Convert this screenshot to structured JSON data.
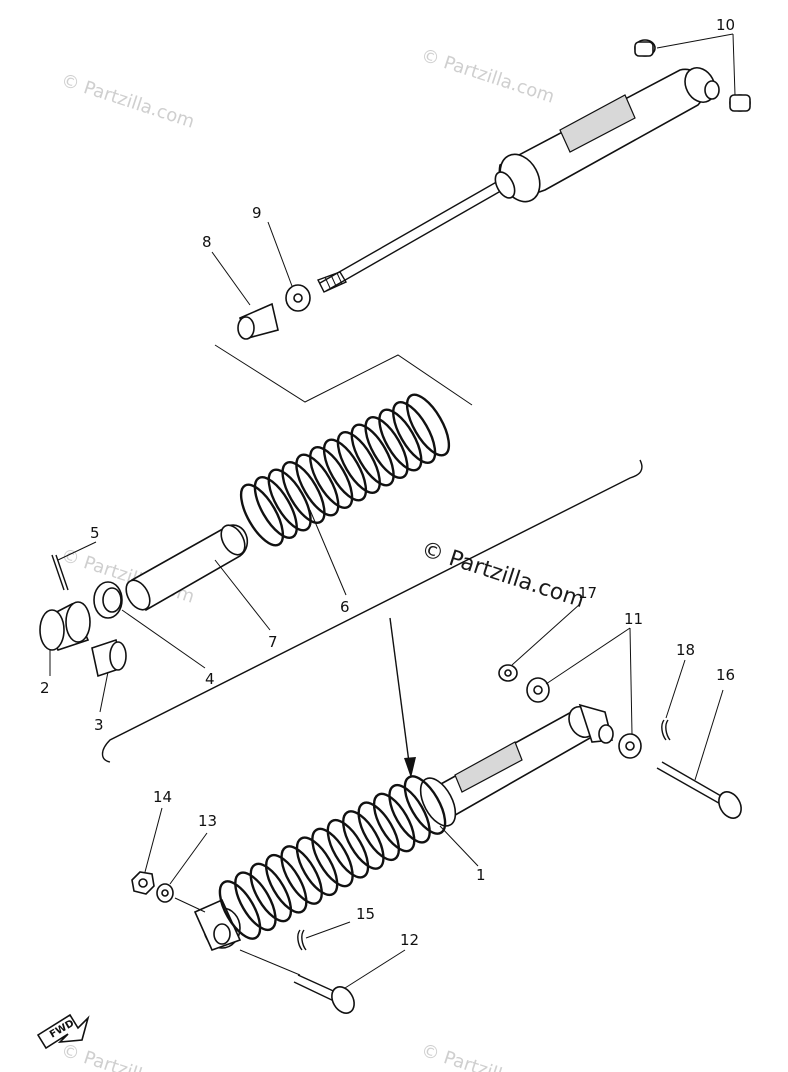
{
  "watermark": {
    "text": "© Partzilla.com",
    "positions_note": ""
  },
  "callouts": [
    {
      "id": "c1",
      "label": "1"
    },
    {
      "id": "c2",
      "label": "2"
    },
    {
      "id": "c3",
      "label": "3"
    },
    {
      "id": "c4",
      "label": "4"
    },
    {
      "id": "c5",
      "label": "5"
    },
    {
      "id": "c6",
      "label": "6"
    },
    {
      "id": "c7",
      "label": "7"
    },
    {
      "id": "c8",
      "label": "8"
    },
    {
      "id": "c9",
      "label": "9"
    },
    {
      "id": "c10",
      "label": "10"
    },
    {
      "id": "c11",
      "label": "11"
    },
    {
      "id": "c12",
      "label": "12"
    },
    {
      "id": "c13",
      "label": "13"
    },
    {
      "id": "c14",
      "label": "14"
    },
    {
      "id": "c15",
      "label": "15"
    },
    {
      "id": "c16",
      "label": "16"
    },
    {
      "id": "c17",
      "label": "17"
    },
    {
      "id": "c18",
      "label": "18"
    }
  ],
  "fwd_label": "FWD"
}
